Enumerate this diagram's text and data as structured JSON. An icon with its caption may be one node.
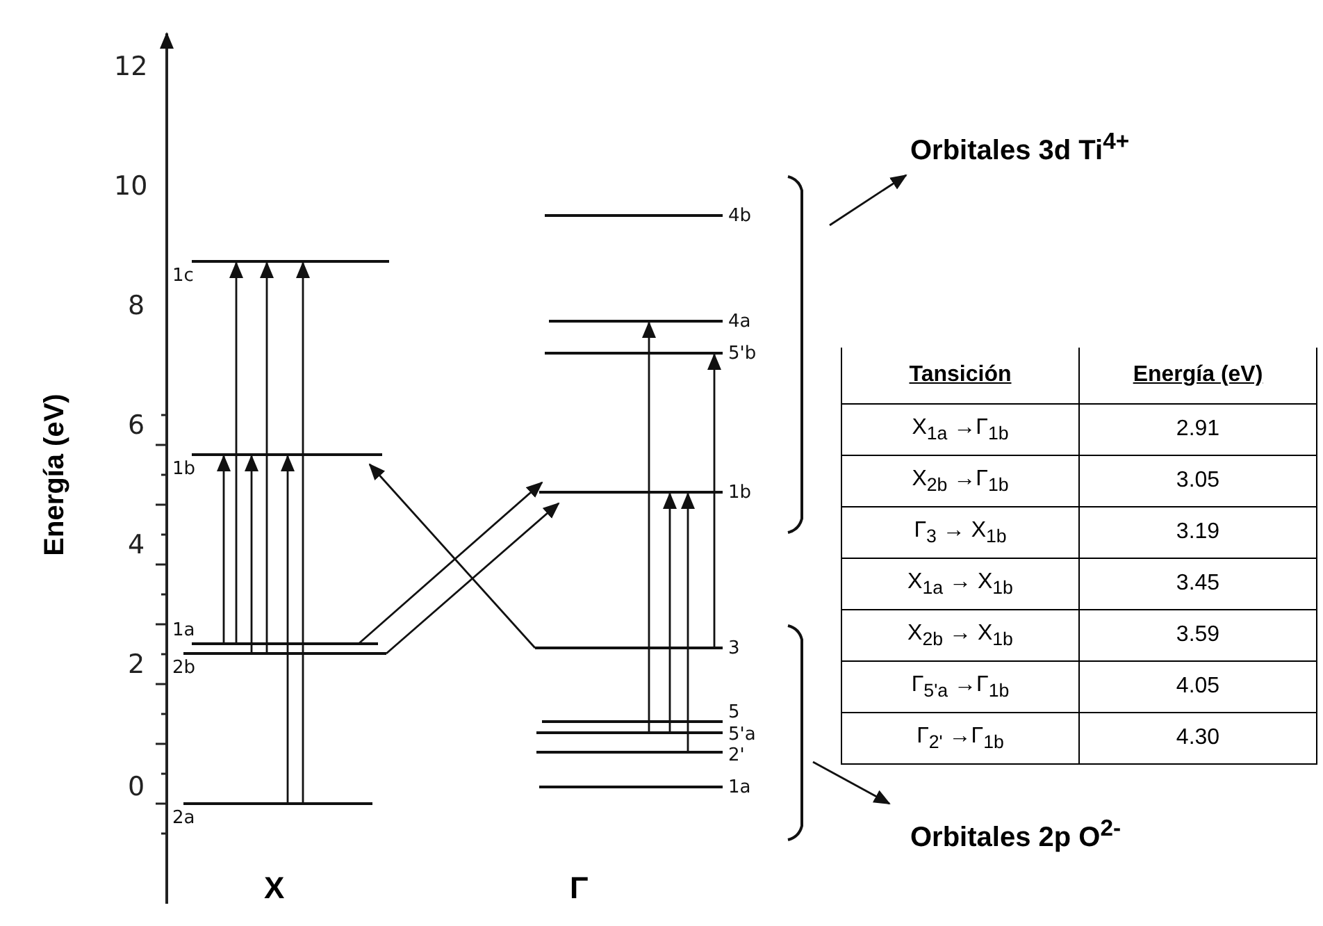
{
  "diagram": {
    "nodes": [
      {
        "text": [
          "1c"
        ]
      },
      {
        "text": [
          "1b"
        ]
      },
      {
        "text": [
          "1a"
        ]
      },
      {
        "text": [
          "2b"
        ]
      },
      {
        "text": [
          "2a"
        ]
      },
      {
        "text": [
          "4b"
        ]
      },
      {
        "text": [
          "4a"
        ]
      },
      {
        "text": [
          "5'b"
        ]
      },
      {
        "text": [
          "1b"
        ]
      },
      {
        "text": [
          "3"
        ]
      },
      {
        "text": [
          "5"
        ]
      },
      {
        "text": [
          "5'a"
        ]
      },
      {
        "text": [
          "2'"
        ]
      },
      {
        "text": [
          "1a"
        ]
      },
      {
        "text": [],
        "shape": "bracket"
      },
      {
        "text": [
          "Orbitales 3d Ti$^{4+}$"
        ]
      },
      {
        "text": [],
        "shape": "bracket"
      },
      {
        "text": [
          "Orbitales 2p O$^{2-}$"
        ]
      }
    ],
    "edges": [
      {
        "from": 2,
        "to": 1,
        "arrow": "to"
      },
      {
        "from": 2,
        "to": 0,
        "arrow": "to"
      },
      {
        "from": 3,
        "to": 1,
        "arrow": "to"
      },
      {
        "from": 3,
        "to": 0,
        "arrow": "to"
      },
      {
        "from": 4,
        "to": 1,
        "arrow": "to"
      },
      {
        "from": 4,
        "to": 0,
        "arrow": "to"
      },
      {
        "from": 2,
        "to": 8,
        "arrow": "to"
      },
      {
        "from": 3,
        "to": 8,
        "arrow": "to"
      },
      {
        "from": 9,
        "to": 1,
        "arrow": "to"
      },
      {
        "from": 11,
        "to": 6,
        "arrow": "to"
      },
      {
        "from": 11,
        "to": 8,
        "arrow": "to"
      },
      {
        "from": 12,
        "to": 8,
        "arrow": "to"
      },
      {
        "from": 9,
        "to": 7,
        "arrow": "to"
      },
      {
        "from": 14,
        "to": 15,
        "arrow": "to"
      },
      {
        "from": 16,
        "to": 17,
        "arrow": "to"
      }
    ],
    "labels": [
      "12",
      "10",
      "8",
      "6",
      "4",
      "2",
      "0",
      "Energía (eV)",
      "X",
      "Γ",
      "Tansición",
      "Energía (eV)",
      "X$_{1a}$ →Γ$_{1b}$",
      "2.91",
      "X$_{2b}$ →Γ$_{1b}$",
      "3.05",
      "Γ$_{3}$ → X$_{1b}$",
      "3.19",
      "X$_{1a}$ → X$_{1b}$",
      "3.45",
      "X$_{2b}$ → X$_{1b}$",
      "3.59",
      "Γ$_{5'a}$ →Γ$_{1b}$",
      "4.05",
      "Γ$_{2'}$ →Γ$_{1b}$",
      "4.30"
    ]
  }
}
